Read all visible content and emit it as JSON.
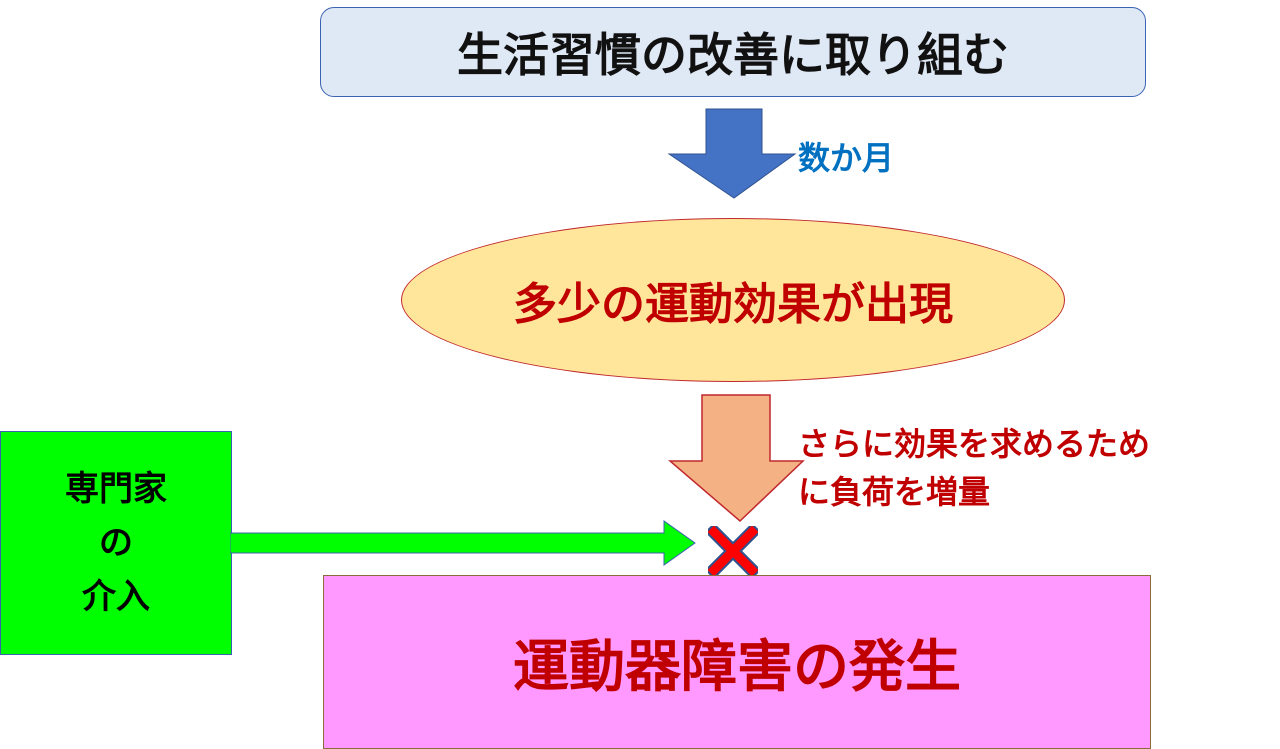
{
  "top_box": {
    "text": "生活習慣の改善に取り組む"
  },
  "arrow1_label": "数か月",
  "ellipse": {
    "text": "多少の運動効果が出現"
  },
  "arrow2_label": [
    "さらに効果を求めるため",
    "に負荷を増量"
  ],
  "side_box": {
    "lines": [
      "専門家",
      "の",
      "介入"
    ]
  },
  "bottom_box": {
    "text": "運動器障害の発生"
  },
  "colors": {
    "blue_arrow": "#4472c4",
    "orange_arrow": "#f4b183",
    "green": "#00ff00",
    "pink": "#ff99ff",
    "red_text": "#c00000",
    "blue_text": "#0070c0"
  }
}
